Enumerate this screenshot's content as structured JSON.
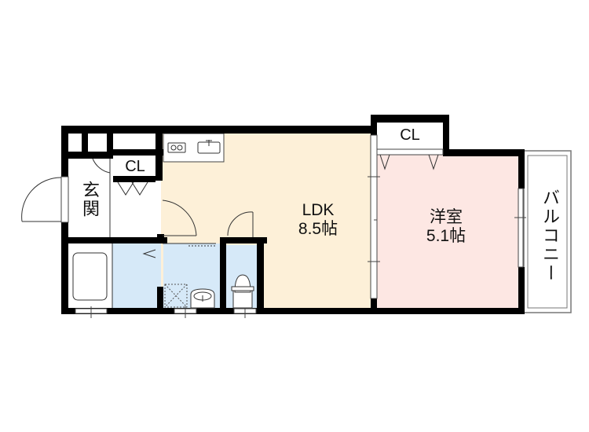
{
  "colors": {
    "wall": "#000000",
    "ldk_fill": "#fdf0d8",
    "western_room_fill": "#fde7e3",
    "wet_area_fill": "#d6e9f8",
    "default_fill": "#ffffff",
    "line": "#444444"
  },
  "rooms": {
    "ldk": {
      "name": "LDK",
      "size": "8.5帖"
    },
    "western_room": {
      "name": "洋室",
      "size": "5.1帖"
    },
    "entrance": {
      "name": "玄関"
    },
    "balcony": {
      "name": "バルコニー"
    },
    "closet_entrance": {
      "name": "CL"
    },
    "closet_bedroom": {
      "name": "CL"
    }
  },
  "fixtures": {
    "stove": "stove-icon",
    "kitchen_sink": "kitchen-sink-icon",
    "bathtub": "bathtub-icon",
    "washbasin": "washbasin-icon",
    "washer_pan": "washing-machine-pan-icon",
    "toilet": "toilet-icon"
  }
}
